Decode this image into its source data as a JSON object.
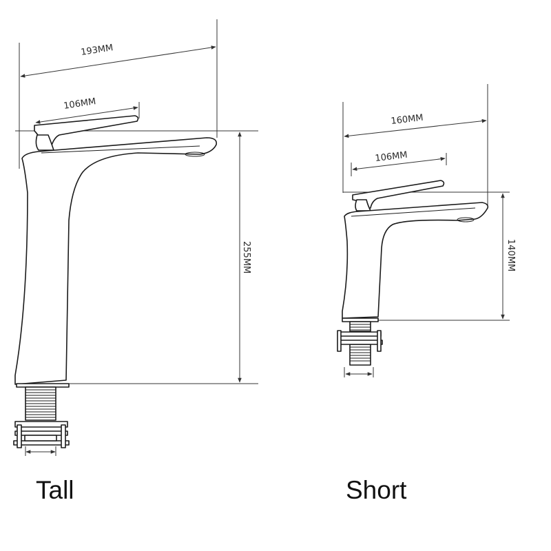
{
  "tall": {
    "caption": "Tall",
    "overall_width": "193MM",
    "handle_length": "106MM",
    "height": "255MM"
  },
  "short": {
    "caption": "Short",
    "overall_width": "160MM",
    "handle_length": "106MM",
    "height": "140MM"
  }
}
